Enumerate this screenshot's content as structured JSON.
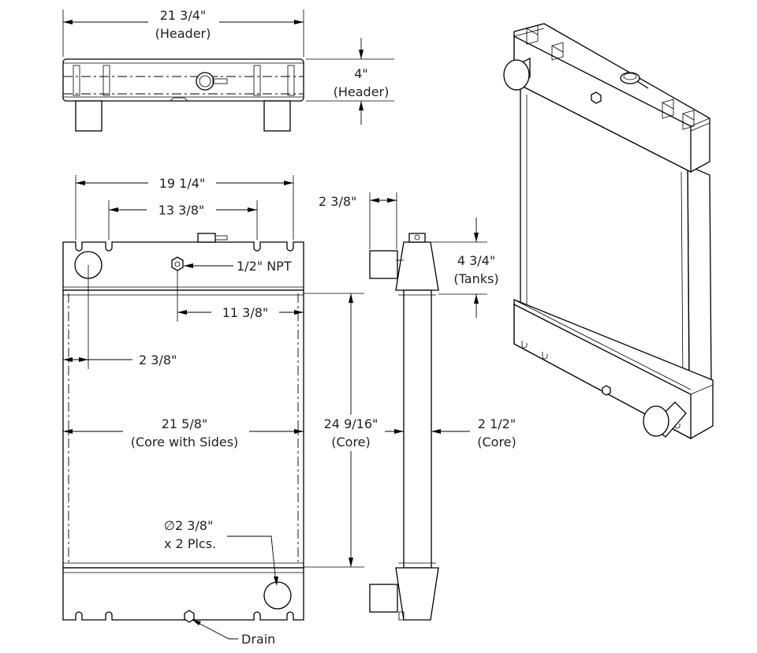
{
  "dimensions": {
    "header_width": "21 3/4\"",
    "header_width_note": "(Header)",
    "header_height": "4\"",
    "header_height_note": "(Header)",
    "overall_width": "19 1/4\"",
    "inlet_spacing": "13 3/8\"",
    "npt_fitting": "1/2\" NPT",
    "npt_offset": "11 3/8\"",
    "inlet_offset": "2 3/8\"",
    "core_width": "21 5/8\"",
    "core_width_note": "(Core with Sides)",
    "core_height": "24 9/16\"",
    "core_height_note": "(Core)",
    "side_offset": "2 3/8\"",
    "tank_height": "4 3/4\"",
    "tank_height_note": "(Tanks)",
    "core_depth": "2 1/2\"",
    "core_depth_note": "(Core)",
    "port_diameter": "∅2 3/8\"",
    "port_count": "x 2 Plcs.",
    "drain": "Drain"
  }
}
